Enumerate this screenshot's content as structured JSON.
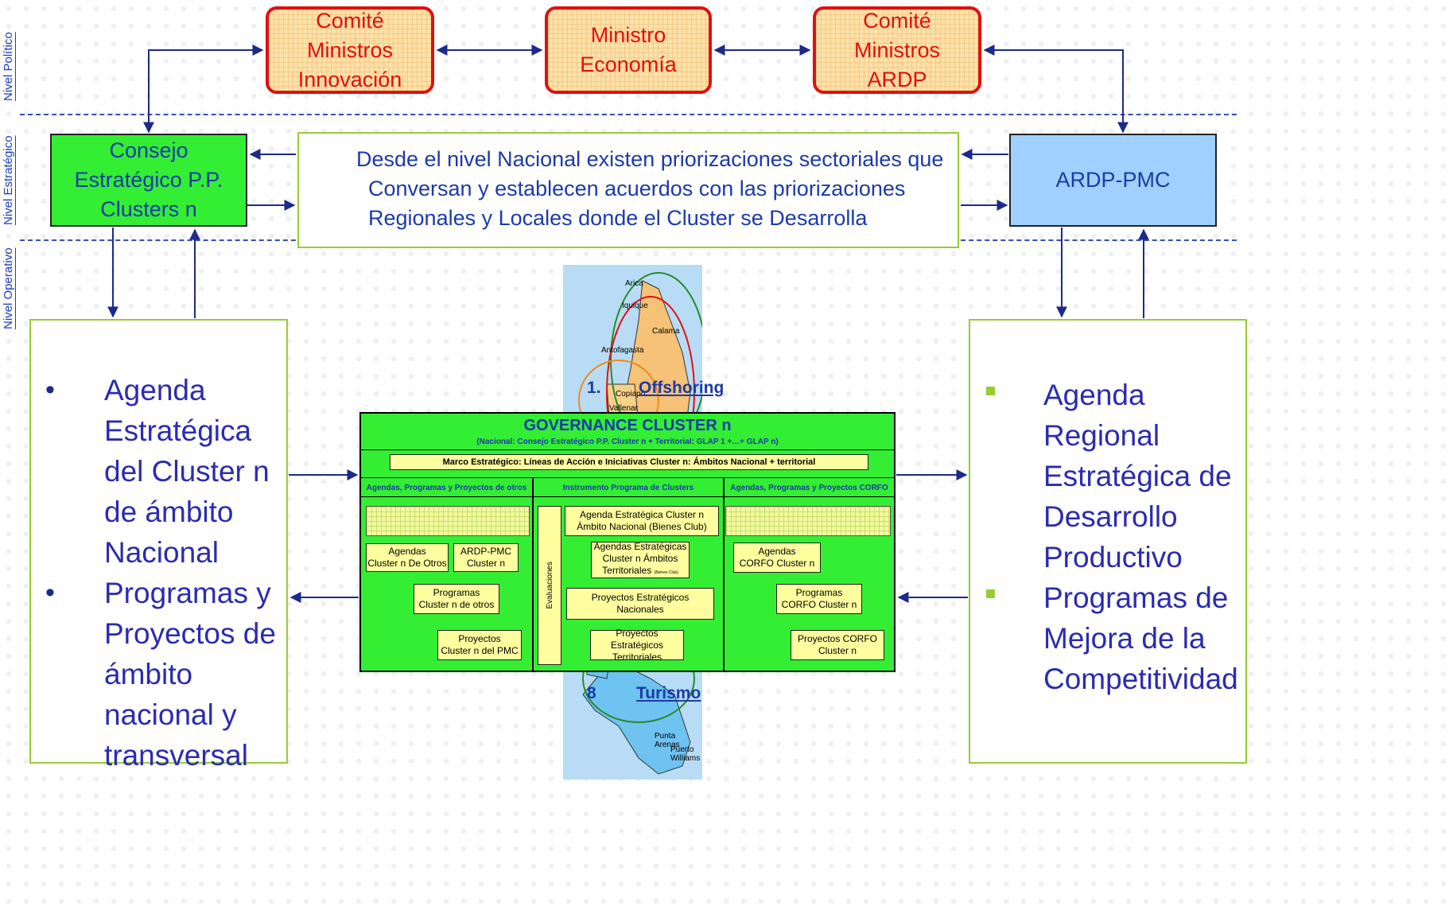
{
  "levels": {
    "politico": "Nivel Político",
    "estrategico": "Nivel Estratégico",
    "operativo": "Nivel Operativo"
  },
  "top": {
    "comite_innovacion": [
      "Comité",
      "Ministros",
      "Innovación"
    ],
    "ministro_economia": [
      "Ministro",
      "Economía"
    ],
    "comite_ardp": [
      "Comité",
      "Ministros",
      "ARDP"
    ]
  },
  "middle": {
    "consejo": [
      "Consejo",
      "Estratégico P.P.",
      "Clusters n"
    ],
    "description": [
      "Desde el nivel Nacional existen priorizaciones sectoriales que",
      "  Conversan y establecen acuerdos con las priorizaciones",
      "  Regionales y Locales donde el Cluster se Desarrolla"
    ],
    "ardp_pmc": "ARDP-PMC"
  },
  "left_panel": {
    "items": [
      [
        "Agenda",
        "Estratégica",
        "del Cluster n",
        "de ámbito",
        "Nacional"
      ],
      [
        "Programas y",
        "Proyectos de",
        "ámbito",
        "nacional y",
        "transversal"
      ]
    ]
  },
  "right_panel": {
    "items": [
      [
        "Agenda",
        "Regional",
        "Estratégica de",
        "Desarrollo",
        "Productivo"
      ],
      [
        "Programas de",
        "Mejora de la",
        "Competitividad"
      ]
    ]
  },
  "map": {
    "cities": [
      "Arica",
      "Iquique",
      "Calama",
      "Antofagasta",
      "Copiapó",
      "Vallenar",
      "Punta Arenas",
      "Puerto Williams"
    ],
    "offshoring_num": "1.",
    "offshoring": "Offshoring",
    "turismo_num": "8",
    "turismo": "Turismo"
  },
  "governance": {
    "title": "GOVERNANCE CLUSTER n",
    "subtitle": "(Nacional: Consejo Estratégico P.P. Cluster n + Territorial:  GLAP 1 +…+ GLAP n)",
    "marco": "Marco Estratégico: Líneas de Acción e Iniciativas Cluster n: Ámbitos  Nacional + territorial",
    "col_headers": [
      "Agendas, Programas y Proyectos de otros",
      "Instrumento Programa de Clusters",
      "Agendas, Programas y Proyectos CORFO"
    ],
    "evaluaciones": "Evaluaciones",
    "agenda_nacional": [
      "Agenda  Estratégica Cluster n",
      "Ámbito Nacional (Bienes Club)"
    ],
    "agendas_otros": [
      "Agendas",
      "Cluster n De Otros"
    ],
    "ardp_pmc_cluster": [
      "ARDP-PMC",
      "Cluster n"
    ],
    "programas_otros": [
      "Programas",
      "Cluster n de otros"
    ],
    "proyectos_pmc": [
      "Proyectos",
      "Cluster n del PMC"
    ],
    "agendas_territoriales": [
      "Agendas Estratégicas",
      "Cluster n Ámbitos",
      "Territoriales"
    ],
    "bienes_club_small": "(Bienes Club)",
    "proyectos_nacionales": [
      "Proyectos Estratégicos",
      "Nacionales"
    ],
    "proyectos_territoriales": [
      "Proyectos Estratégicos",
      "Territoriales"
    ],
    "agendas_corfo": [
      "Agendas",
      "CORFO Cluster n"
    ],
    "programas_corfo": [
      "Programas",
      "CORFO Cluster n"
    ],
    "proyectos_corfo": [
      "Proyectos CORFO",
      "Cluster n"
    ]
  },
  "colors": {
    "arrow": "#1c2a8a",
    "comite_border": "#e01010",
    "green": "#33ee33",
    "blue_box": "#9fd0ff",
    "panel_border": "#99cc33"
  }
}
